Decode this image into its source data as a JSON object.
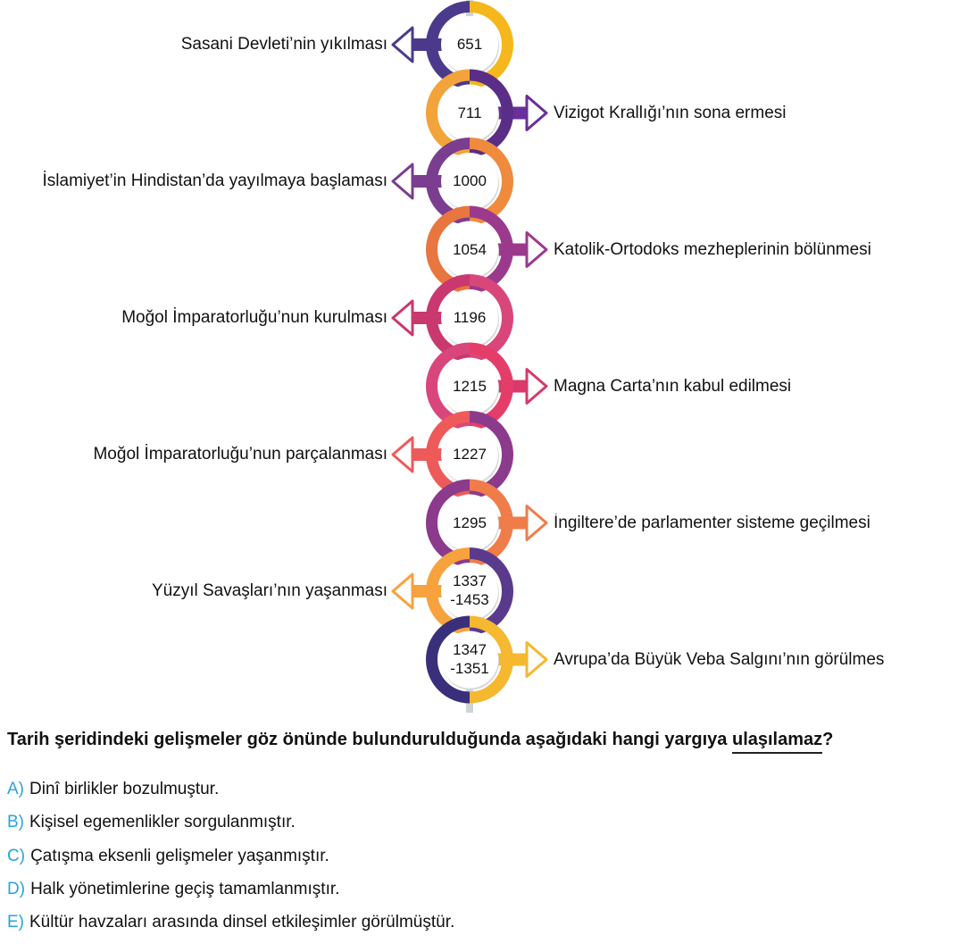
{
  "timeline": {
    "events": [
      {
        "year": "651",
        "label": "Sasani Devleti’nin yıkılması",
        "side": "left",
        "arrow_color": "#4b3a8c",
        "ring": [
          "#4b3a8c",
          "#f5b71c"
        ]
      },
      {
        "year": "711",
        "label": "Vizigot Krallığı’nın sona ermesi",
        "side": "right",
        "arrow_color": "#6a2f9a",
        "ring": [
          "#f2a33a",
          "#5a2d86"
        ]
      },
      {
        "year": "1000",
        "label": "İslamiyet’in Hindistan’da yayılmaya başlaması",
        "side": "left",
        "arrow_color": "#7a3d8f",
        "ring": [
          "#7a3d8f",
          "#f08a3c"
        ]
      },
      {
        "year": "1054",
        "label": "Katolik-Ortodoks mezheplerinin bölünmesi",
        "side": "right",
        "arrow_color": "#9b3a8c",
        "ring": [
          "#e9753f",
          "#9b3a8c"
        ]
      },
      {
        "year": "1196",
        "label": "Moğol İmparatorluğu’nun kurulması",
        "side": "left",
        "arrow_color": "#c9386e",
        "ring": [
          "#c9386e",
          "#d9477a"
        ]
      },
      {
        "year": "1215",
        "label": "Magna Carta’nın kabul edilmesi",
        "side": "right",
        "arrow_color": "#d83a6a",
        "ring": [
          "#d8467c",
          "#e53d6a"
        ]
      },
      {
        "year": "1227",
        "label": "Moğol İmparatorluğu’nun parçalanması",
        "side": "left",
        "arrow_color": "#ee5a5a",
        "ring": [
          "#ee5a5a",
          "#8c3a8c"
        ]
      },
      {
        "year": "1295",
        "label": "İngiltere’de parlamenter sisteme geçilmesi",
        "side": "right",
        "arrow_color": "#f07c4a",
        "ring": [
          "#8c3a8c",
          "#f07c4a"
        ]
      },
      {
        "year": "1337\n-1453",
        "label": "Yüzyıl Savaşları’nın yaşanması",
        "side": "left",
        "arrow_color": "#f7a23c",
        "ring": [
          "#f7a23c",
          "#5a3a8c"
        ]
      },
      {
        "year": "1347\n-1351",
        "label": "Avrupa’da Büyük Veba Salgını’nın görülmes",
        "side": "right",
        "arrow_color": "#f5b82e",
        "ring": [
          "#3a2f7a",
          "#f5b82e"
        ]
      }
    ]
  },
  "question": {
    "text": "Tarih şeridindeki gelişmeler göz önünde bulundurulduğunda aşağıdaki hangi yargıya ",
    "underlined": "ulaşılamaz",
    "end": "?"
  },
  "options": [
    {
      "letter": "A)",
      "text": "Dinî birlikler bozulmuştur."
    },
    {
      "letter": "B)",
      "text": "Kişisel egemenlikler sorgulanmıştır."
    },
    {
      "letter": "C)",
      "text": "Çatışma eksenli gelişmeler yaşanmıştır."
    },
    {
      "letter": "D)",
      "text": "Halk yönetimlerine geçiş tamamlanmıştır."
    },
    {
      "letter": "E)",
      "text": "Kültür havzaları arasında dinsel etkileşimler görülmüştür."
    }
  ],
  "colors": {
    "option_letter": "#29a3d9",
    "spine": "#cfd3d6"
  }
}
